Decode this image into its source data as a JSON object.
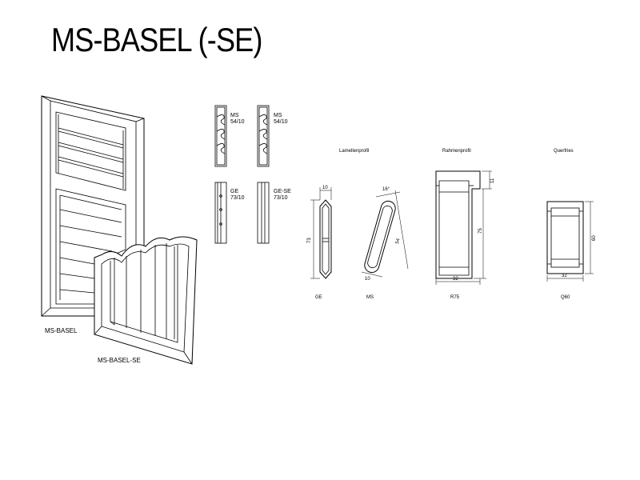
{
  "title": "MS-BASEL (-SE)",
  "doors": {
    "basel_label": "MS-BASEL",
    "basel_se_label": "MS-BASEL-SE"
  },
  "slat_samples": [
    {
      "name": "MS",
      "size": "54/10"
    },
    {
      "name": "MS",
      "size": "54/10"
    },
    {
      "name": "GE",
      "size": "73/10"
    },
    {
      "name": "GE-SE",
      "size": "73/10"
    }
  ],
  "sections": {
    "lamellenprofil": "Lamellenprofil",
    "rahmenprofil": "Rahmenprofil",
    "querfries": "Querfries"
  },
  "profiles": {
    "ge": {
      "label": "GE",
      "width": "10",
      "height": "73"
    },
    "ms": {
      "label": "MS",
      "angle": "16°",
      "length": "54",
      "width": "10"
    },
    "r75": {
      "label": "R75",
      "top": "11",
      "height": "75",
      "width": "32"
    },
    "q60": {
      "label": "Q60",
      "height": "60",
      "width": "32"
    }
  }
}
